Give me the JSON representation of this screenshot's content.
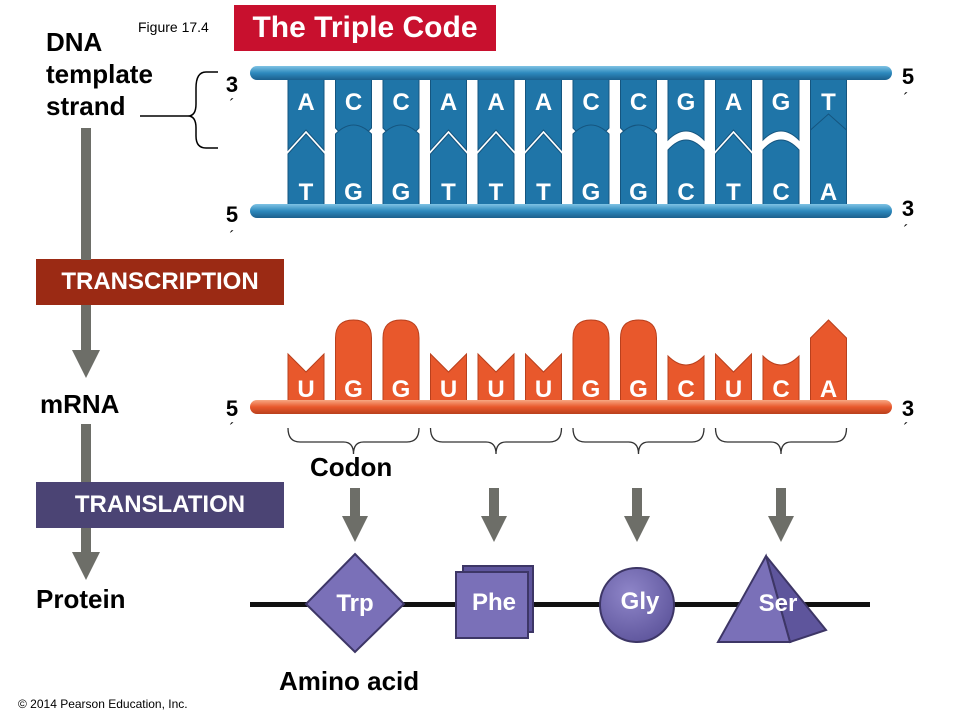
{
  "figure_label": "Figure 17.4",
  "title": "The Triple Code",
  "labels": {
    "dna_template_strand": [
      "DNA",
      "template",
      "strand"
    ],
    "mrna": "mRNA",
    "protein": "Protein",
    "transcription": "TRANSCRIPTION",
    "translation": "TRANSLATION",
    "codon": "Codon",
    "amino_acid": "Amino acid"
  },
  "dna": {
    "template_strand": [
      "A",
      "C",
      "C",
      "A",
      "A",
      "A",
      "C",
      "C",
      "G",
      "A",
      "G",
      "T"
    ],
    "complementary_strand": [
      "T",
      "G",
      "G",
      "T",
      "T",
      "T",
      "G",
      "G",
      "C",
      "T",
      "C",
      "A"
    ],
    "template_left_end": "3",
    "template_right_end": "5",
    "complementary_left_end": "5",
    "complementary_right_end": "3"
  },
  "mrna": {
    "bases": [
      "U",
      "G",
      "G",
      "U",
      "U",
      "U",
      "G",
      "G",
      "C",
      "U",
      "C",
      "A"
    ],
    "left_end": "5",
    "right_end": "3"
  },
  "amino_acids": [
    "Trp",
    "Phe",
    "Gly",
    "Ser"
  ],
  "copyright": "© 2014 Pearson Education, Inc.",
  "colors": {
    "title_bg": "#c8102e",
    "dna_blue": "#1f75a8",
    "mrna_orange": "#e8582c",
    "transcription_bg": "#9b2a14",
    "translation_bg": "#4b4474",
    "amino_acid_fill": "#7a70b8",
    "arrow_gray": "#6d6e68"
  }
}
